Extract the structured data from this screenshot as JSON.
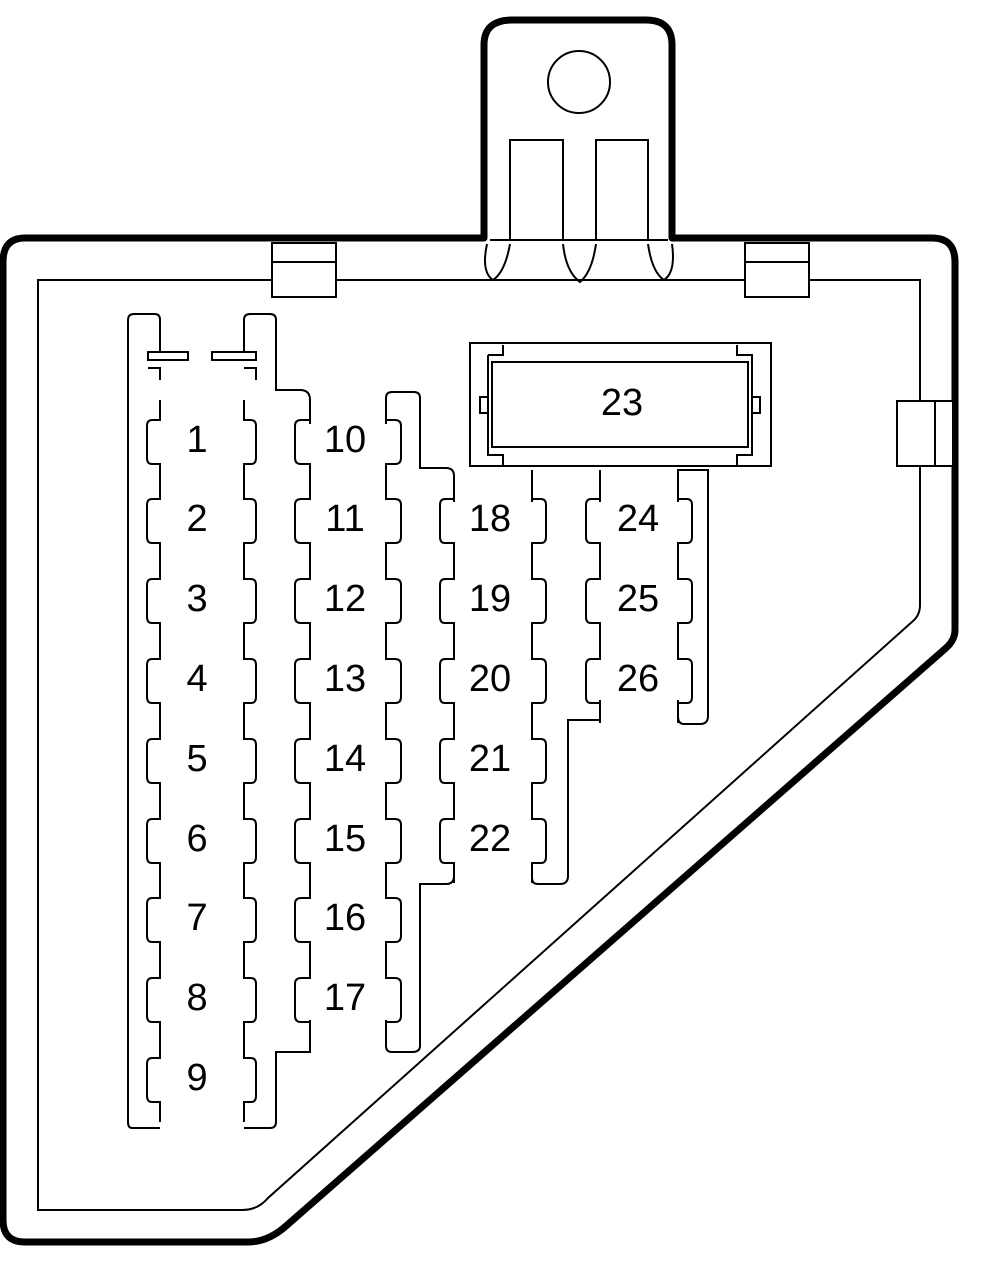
{
  "colors": {
    "stroke": "#000000",
    "background": "#ffffff"
  },
  "fuses": {
    "col1": [
      "1",
      "2",
      "3",
      "4",
      "5",
      "6",
      "7",
      "8",
      "9"
    ],
    "col2": [
      "10",
      "11",
      "12",
      "13",
      "14",
      "15",
      "16",
      "17"
    ],
    "col3": [
      "18",
      "19",
      "20",
      "21",
      "22"
    ],
    "col4": [
      "24",
      "25",
      "26"
    ],
    "relay": "23"
  }
}
